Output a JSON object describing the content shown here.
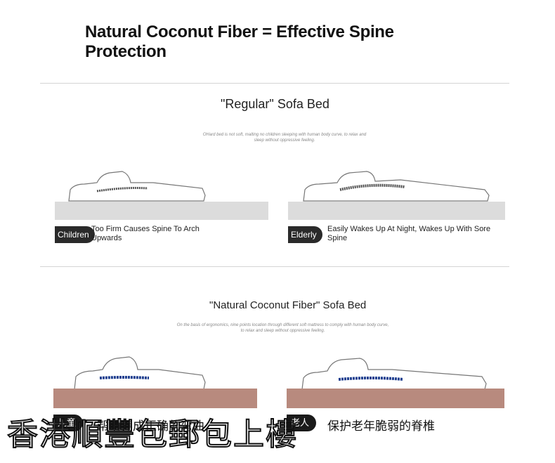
{
  "headline": "Natural Coconut Fiber = Effective Spine Protection",
  "regular": {
    "title": "\"Regular\" Sofa Bed",
    "caption": "OHard bed is not soft, malting no children sleeping with human body curve, to relax and sleep without oppressive feeling.",
    "left": {
      "badge": "Children",
      "note": "Too Firm Causes Spine To Arch Upwards"
    },
    "right": {
      "badge": "Elderly",
      "note": "Easily Wakes Up At Night, Wakes Up With Sore Spine"
    }
  },
  "coconut": {
    "title": "\"Natural Coconut Fiber\" Sofa Bed",
    "caption": "On the basis of ergonomics, nine points location through different soft mattress to comply with human body curve, to relax and sleep without oppressive feeling.",
    "left": {
      "badge": "儿童",
      "note": "帮助养成正确的弯曲"
    },
    "right": {
      "badge": "老人",
      "note": "保护老年脆弱的脊椎"
    }
  },
  "watermark": "香港順豐包郵包上樓",
  "colors": {
    "mattress_regular": "#dcdcdc",
    "mattress_coconut": "#b88a7e",
    "spine_regular": "#555555",
    "spine_coconut": "#1f3f8f"
  }
}
